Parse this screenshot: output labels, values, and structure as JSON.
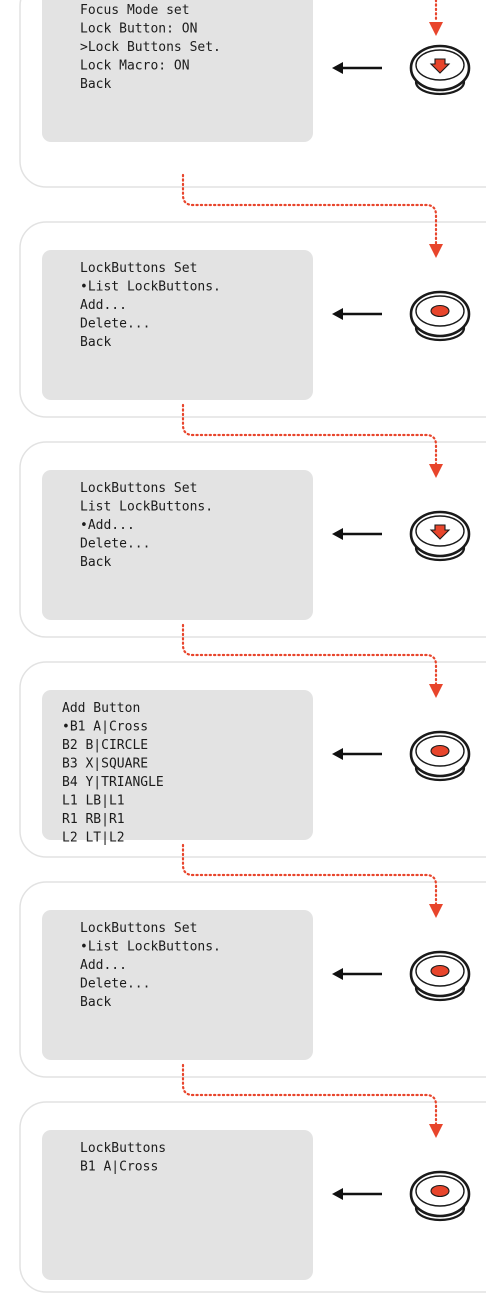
{
  "accent_color": "#e8452c",
  "screen_color": "#e3e3e3",
  "steps": [
    {
      "lines": [
        "  Focus Mode set",
        "Lock Button: ON",
        ">Lock Buttons Set.",
        " Lock Macro: ON",
        " Back"
      ],
      "control": "press-down",
      "control_icon": "joystick-press-down-icon"
    },
    {
      "lines": [
        "LockButtons Set",
        "•List LockButtons.",
        " Add...",
        " Delete...",
        " Back"
      ],
      "control": "click",
      "control_icon": "joystick-click-icon"
    },
    {
      "lines": [
        "LockButtons Set",
        " List LockButtons.",
        "•Add...",
        " Delete...",
        " Back"
      ],
      "control": "press-down",
      "control_icon": "joystick-press-down-icon"
    },
    {
      "lines": [
        "  Add Button",
        "•B1 A|Cross",
        " B2 B|CIRCLE",
        " B3 X|SQUARE",
        " B4 Y|TRIANGLE",
        " L1 LB|L1",
        " R1 RB|R1",
        " L2 LT|L2"
      ],
      "control": "click",
      "control_icon": "joystick-click-icon"
    },
    {
      "lines": [
        "LockButtons Set",
        "•List LockButtons.",
        " Add...",
        " Delete...",
        " Back"
      ],
      "control": "click",
      "control_icon": "joystick-click-icon"
    },
    {
      "lines": [
        "LockButtons",
        "B1 A|Cross"
      ],
      "control": "click",
      "control_icon": "joystick-click-icon"
    }
  ]
}
